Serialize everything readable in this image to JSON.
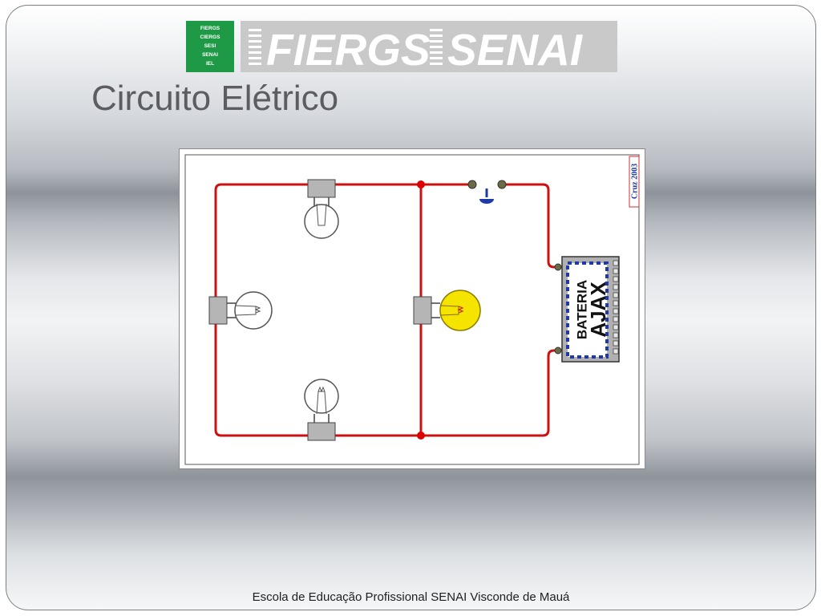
{
  "slide": {
    "title": "Circuito Elétrico",
    "footer": "Escola de Educação Profissional SENAI Visconde de Mauá"
  },
  "logo": {
    "badge_lines": [
      "FIERGS",
      "CIERGS",
      "SESI",
      "SENAI",
      "IEL"
    ],
    "wordmark_left": "FIERGS",
    "wordmark_right": "SENAI",
    "badge_color": "#1e9a47",
    "wordmark_color": "#c9c9c9"
  },
  "diagram": {
    "battery_label_1": "BATERIA",
    "battery_label_2": "AJAX",
    "credit": "Cruz 2003",
    "wire_color": "#cc1111",
    "lit_bulb_color": "#f5e400",
    "switch_color": "#1f3aa8"
  }
}
